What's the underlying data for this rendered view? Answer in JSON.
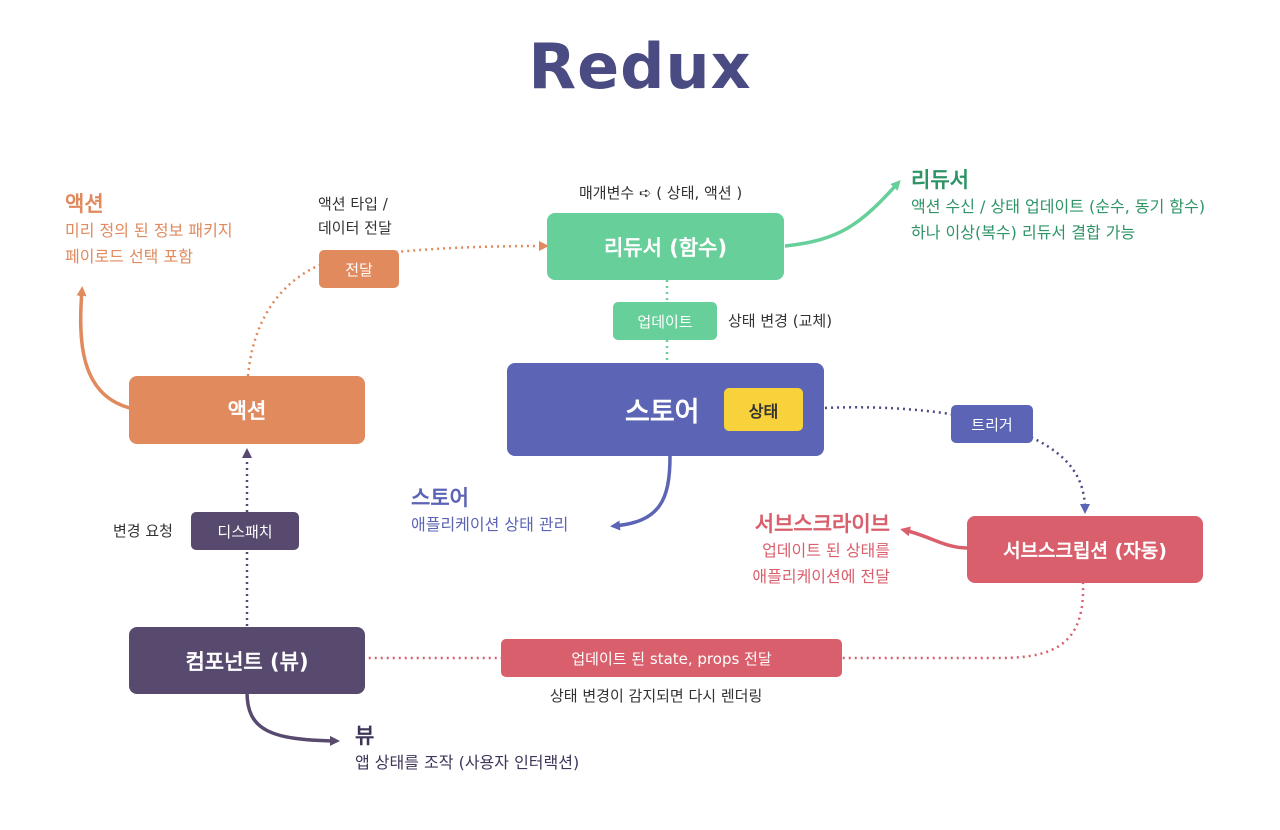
{
  "title": "Redux",
  "colors": {
    "title": "#4a4b83",
    "action": "#e08a5e",
    "reducer": "#66cf9a",
    "reducer_text": "#2e9466",
    "store": "#5b64b5",
    "state_badge": "#f7d23a",
    "subscribe": "#d95f6c",
    "component": "#574a6e",
    "component_text": "#3f3559"
  },
  "nodes": {
    "action": "액션",
    "reducer": "리듀서 (함수)",
    "store": "스토어",
    "state": "상태",
    "subscription": "서브스크립션 (자동)",
    "component": "컴포넌트 (뷰)"
  },
  "tags": {
    "deliver": "전달",
    "update": "업데이트",
    "trigger": "트리거",
    "dispatch": "디스패치",
    "updated_props": "업데이트 된 state, props 전달"
  },
  "labels": {
    "action_type_line1": "액션 타입 /",
    "action_type_line2": "데이터 전달",
    "params": "매개변수 ➪ ( 상태, 액션 )",
    "state_change": "상태 변경 (교체)",
    "change_request": "변경 요청",
    "rerender": "상태 변경이 감지되면 다시 렌더링"
  },
  "notes": {
    "action": {
      "title": "액션",
      "lines": [
        "미리 정의 된 정보 패키지",
        "페이로드 선택 포함"
      ]
    },
    "reducer": {
      "title": "리듀서",
      "lines": [
        "액션 수신 / 상태 업데이트 (순수, 동기 함수)",
        "하나 이상(복수) 리듀서 결합 가능"
      ]
    },
    "store": {
      "title": "스토어",
      "lines": [
        "애플리케이션 상태 관리"
      ]
    },
    "subscribe": {
      "title": "서브스크라이브",
      "lines": [
        "업데이트 된 상태를",
        "애플리케이션에 전달"
      ]
    },
    "view": {
      "title": "뷰",
      "lines": [
        "앱 상태를 조작 (사용자 인터랙션)"
      ]
    }
  }
}
